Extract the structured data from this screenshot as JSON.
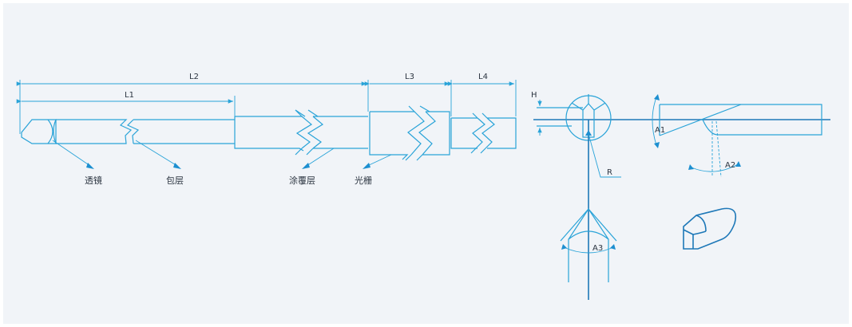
{
  "dimensions": {
    "L1": "L1",
    "L2": "L2",
    "L3": "L3",
    "L4": "L4",
    "H": "H",
    "R": "R",
    "A1": "A1",
    "A2": "A2",
    "A3": "A3"
  },
  "callouts": {
    "lens": "透镜",
    "cladding": "包层",
    "coating": "涂覆层",
    "grating": "光栅"
  },
  "colors": {
    "line": "#29a3d8",
    "dark_line": "#1e78b8",
    "background": "#f1f4f8",
    "text": "#2b3440"
  }
}
